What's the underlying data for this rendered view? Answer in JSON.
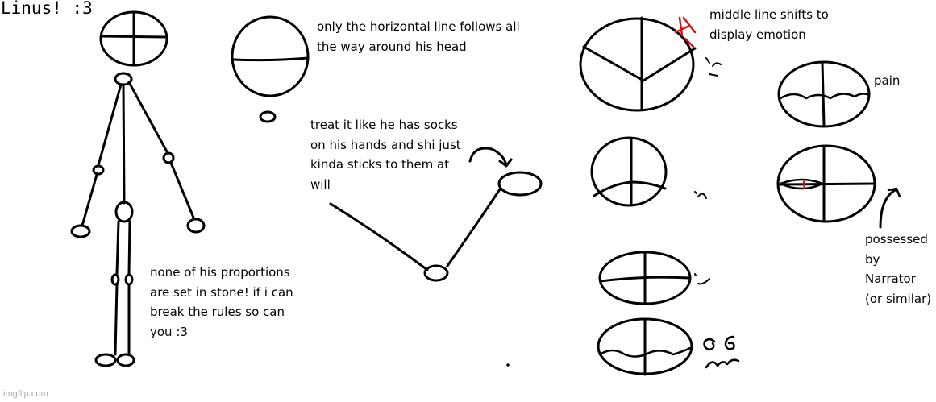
{
  "title": "Linus! :3",
  "notes": {
    "head_line": [
      "only the horizontal line follows all",
      "the way around his head"
    ],
    "hands": [
      "treat it like he has socks",
      "on his hands and shi just",
      "kinda sticks to them at",
      "will"
    ],
    "proportions": [
      "none of his proportions",
      "are set in stone! if i can",
      "break the rules so can",
      "you :3"
    ],
    "emotion": [
      "middle line shifts to",
      "display emotion"
    ],
    "pain": "pain",
    "possessed": [
      "possessed",
      "by",
      "Narrator",
      "(or similar)"
    ]
  },
  "watermark": "imgflip.com",
  "colors": {
    "ink": "#000000",
    "accent": "#e01010"
  }
}
